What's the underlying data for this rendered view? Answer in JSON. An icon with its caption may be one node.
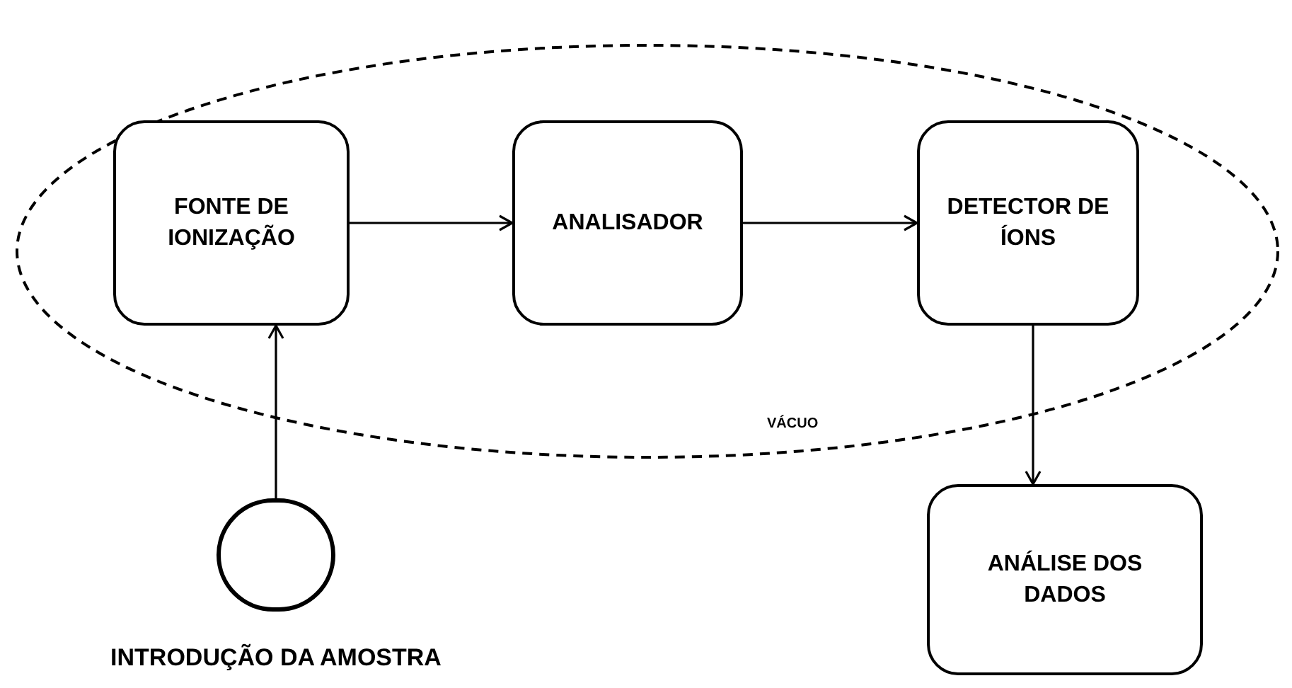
{
  "diagram": {
    "nodes": [
      {
        "text": [
          "VÁCUO"
        ]
      },
      {
        "text": [
          "FONTE DE IONIZAÇÃO"
        ],
        "in": 0
      },
      {
        "text": [
          "ANALISADOR"
        ],
        "in": 0
      },
      {
        "text": [
          "DETECTOR DE ÍONS"
        ],
        "in": 0
      },
      {
        "text": [
          "ANÁLISE DOS DADOS"
        ]
      },
      {
        "text": [
          "INTRODUÇÃO DA AMOSTRA"
        ]
      }
    ],
    "edges": [
      {
        "from": 5,
        "to": 1,
        "arrow": "to"
      },
      {
        "from": 1,
        "to": 2,
        "arrow": "to"
      },
      {
        "from": 2,
        "to": 3,
        "arrow": "to"
      },
      {
        "from": 3,
        "to": 4,
        "arrow": "to"
      }
    ]
  }
}
